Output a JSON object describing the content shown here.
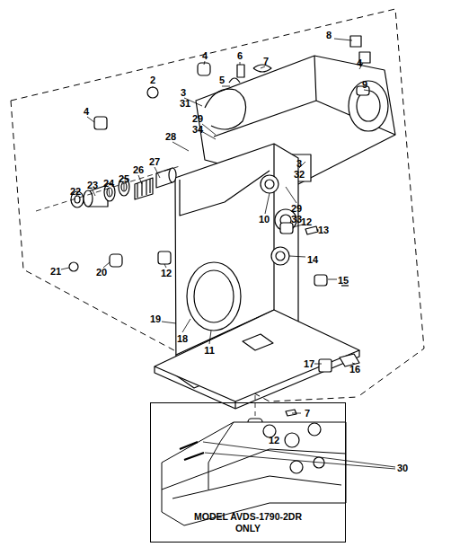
{
  "diagram": {
    "nodes": [
      {
        "text": [
          "MODEL AVDS-1790-2DR ONLY"
        ]
      }
    ],
    "labels": [
      "8",
      "4",
      "2",
      "3",
      "31",
      "5",
      "6",
      "7",
      "4",
      "9",
      "4",
      "29",
      "34",
      "28",
      "3",
      "32",
      "29",
      "33",
      "10",
      "12",
      "13",
      "27",
      "26",
      "25",
      "24",
      "23",
      "22",
      "14",
      "15",
      "21",
      "20",
      "12",
      "19",
      "18",
      "11",
      "16",
      "17",
      "7",
      "12",
      "30"
    ]
  }
}
